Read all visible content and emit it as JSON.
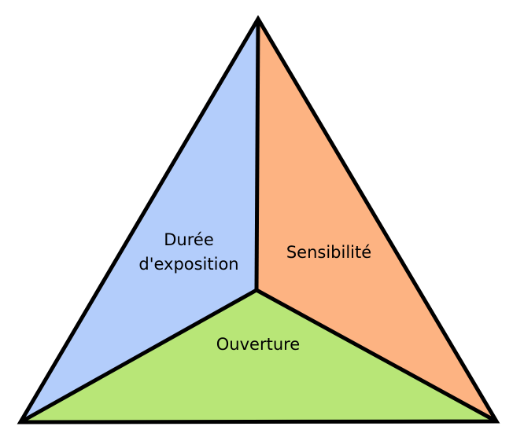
{
  "diagram": {
    "regions": {
      "exposure_time": {
        "label_line1": "Durée",
        "label_line2": "d'exposition",
        "color": "#b3cdfb"
      },
      "sensitivity": {
        "label": "Sensibilité",
        "color": "#fdb382"
      },
      "aperture": {
        "label": "Ouverture",
        "color": "#b8e677"
      }
    },
    "stroke_color": "#000000"
  }
}
